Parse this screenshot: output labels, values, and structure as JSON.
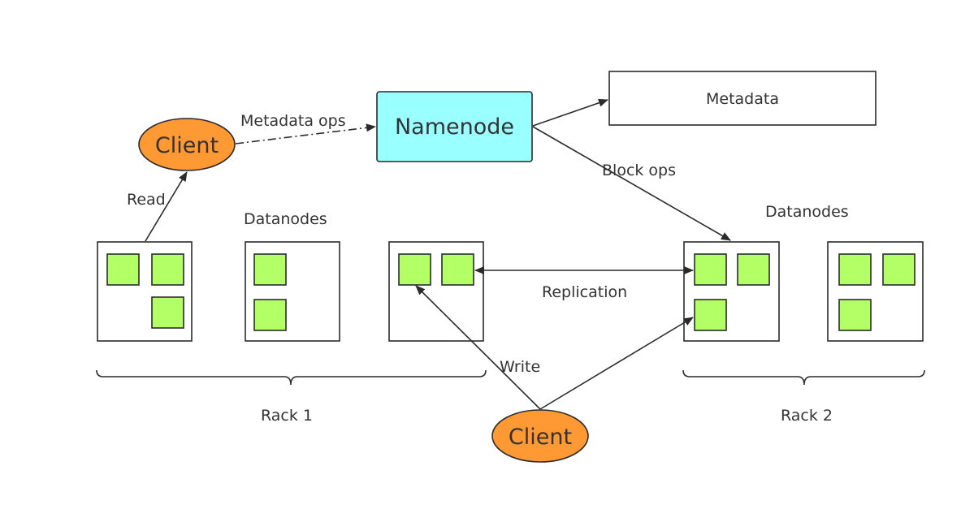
{
  "colors": {
    "client_fill": "#FF9933",
    "namenode_fill": "#99FFFF",
    "block_fill": "#B3FF66",
    "line": "#2b2b2b",
    "text": "#333333"
  },
  "namenode": {
    "label": "Namenode"
  },
  "metadata": {
    "label": "Metadata"
  },
  "clients": {
    "read_client": "Client",
    "write_client": "Client"
  },
  "edges": {
    "metadata_ops": "Metadata ops",
    "block_ops": "Block ops",
    "read": "Read",
    "write": "Write",
    "replication": "Replication"
  },
  "groups": {
    "datanodes_left": "Datanodes",
    "datanodes_right": "Datanodes",
    "rack1": "Rack 1",
    "rack2": "Rack 2"
  },
  "datanodes": [
    {
      "rack": "Rack 1",
      "blocks": 3
    },
    {
      "rack": "Rack 1",
      "blocks": 2
    },
    {
      "rack": "Rack 1",
      "blocks": 2
    },
    {
      "rack": "Rack 2",
      "blocks": 3
    },
    {
      "rack": "Rack 2",
      "blocks": 3
    }
  ]
}
